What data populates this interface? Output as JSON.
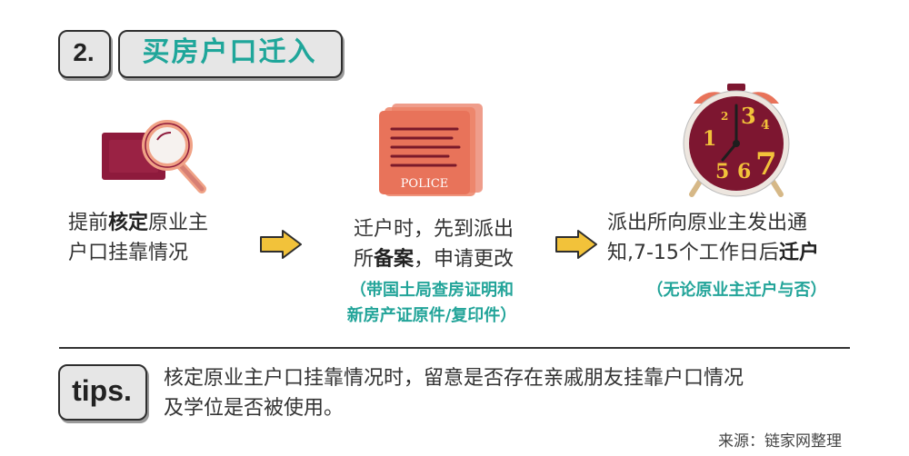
{
  "header": {
    "number": "2.",
    "title": "买房户口迁入"
  },
  "steps": [
    {
      "icon": "magnifier-card-icon",
      "line1_pre": "提前",
      "line1_bold": "核定",
      "line1_post": "原业主",
      "line2": "户口挂靠情况"
    },
    {
      "icon": "police-document-icon",
      "police_label": "POLICE",
      "line1": "迁户时，先到派出",
      "line2_pre": "所",
      "line2_bold": "备案",
      "line2_post": "，申请更改",
      "note1": "（带国土局查房证明和",
      "note2": "新房产证原件/复印件）"
    },
    {
      "icon": "alarm-clock-icon",
      "clock_digits": [
        "1",
        "2",
        "3",
        "4",
        "5",
        "6",
        "7"
      ],
      "line1": "派出所向原业主发出通",
      "line2_pre": "知,7-15个工作日后",
      "line2_bold": "迁户",
      "note1": "（无论原业主迁户与否）"
    }
  ],
  "arrows": [
    "arrow-right-icon",
    "arrow-right-icon"
  ],
  "tips": {
    "label": "tips.",
    "line1": "核定原业主户口挂靠情况时，留意是否存在亲戚朋友挂靠户口情况",
    "line2": "及学位是否被使用。"
  },
  "source": "来源：链家网整理",
  "colors": {
    "accent_teal": "#1fa69a",
    "card_red": "#8e1a3c",
    "police_orange": "#e8735a",
    "arrow_yellow": "#f2c23a",
    "clock_red": "#7d1630"
  }
}
